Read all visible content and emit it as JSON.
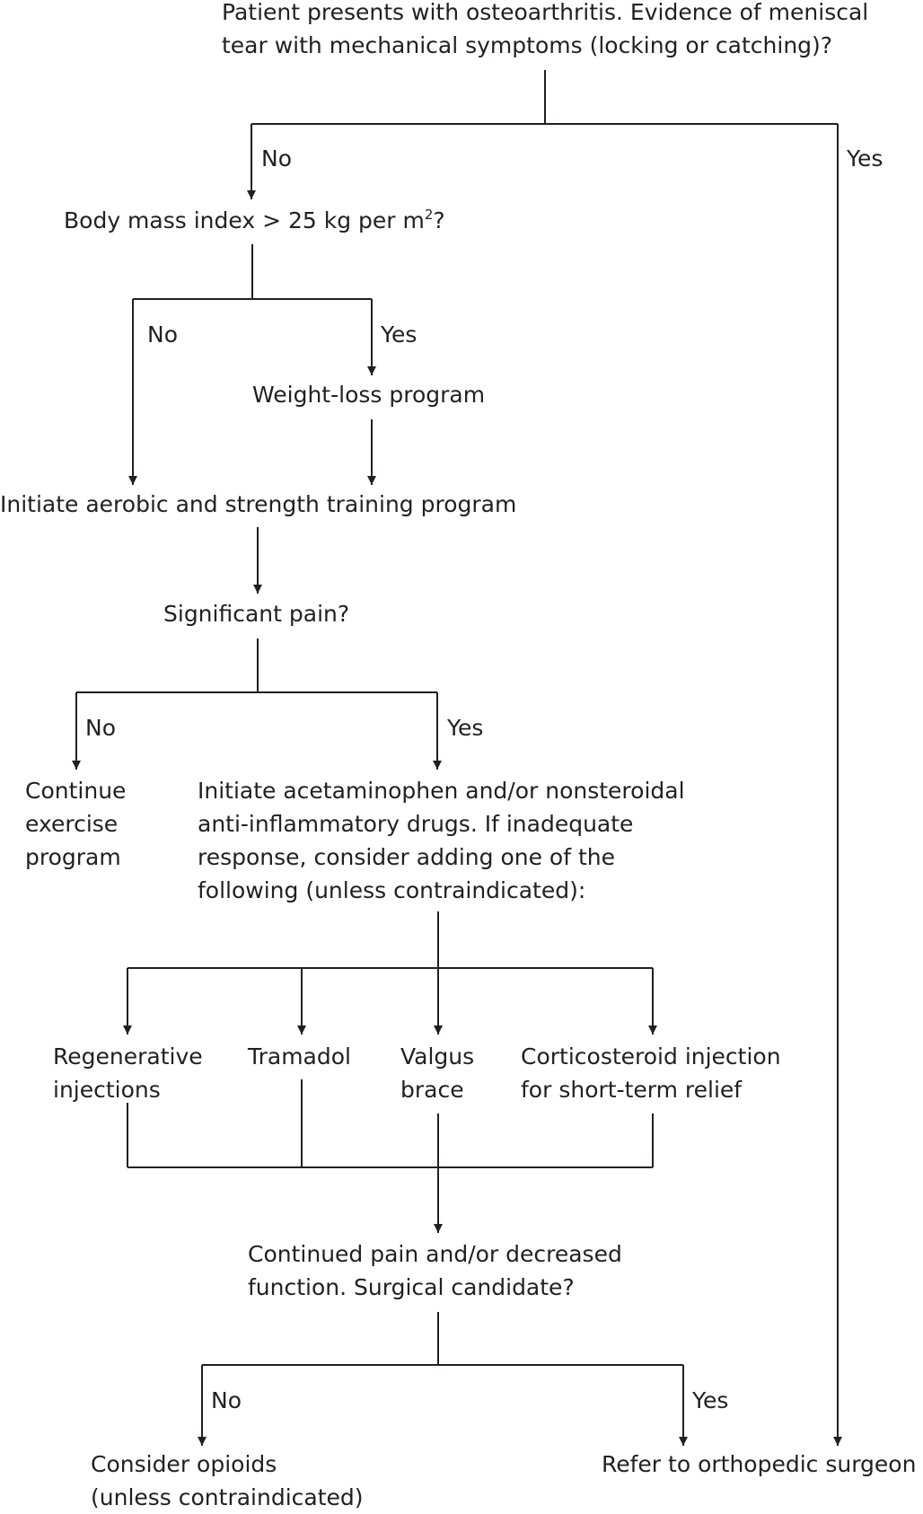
{
  "nodes": {
    "start": {
      "line1": "Patient presents with osteoarthritis. Evidence of meniscal",
      "line2": "tear with mechanical symptoms (locking or catching)?"
    },
    "bmi": {
      "prefix": "Body mass index > 25 kg per m",
      "superscript": "2",
      "suffix": "?"
    },
    "weight_loss": "Weight-loss program",
    "aerobic": "Initiate aerobic and strength training program",
    "significant_pain": "Significant pain?",
    "continue_exercise": {
      "line1": "Continue",
      "line2": "exercise",
      "line3": "program"
    },
    "acetaminophen": {
      "line1": "Initiate acetaminophen and/or nonsteroidal",
      "line2": "anti-inflammatory drugs. If inadequate",
      "line3": "response, consider adding one of the",
      "line4": "following (unless contraindicated):"
    },
    "regenerative": {
      "line1": "Regenerative",
      "line2": "injections"
    },
    "tramadol": "Tramadol",
    "valgus": {
      "line1": "Valgus",
      "line2": "brace"
    },
    "corticosteroid": {
      "line1": "Corticosteroid injection",
      "line2": "for short-term relief"
    },
    "continued_pain": {
      "line1": "Continued pain and/or decreased",
      "line2": "function. Surgical candidate?"
    },
    "opioids": {
      "line1": "Consider opioids",
      "line2": "(unless contraindicated)"
    },
    "refer": "Refer to orthopedic surgeon"
  },
  "edge_labels": {
    "start_no": "No",
    "start_yes": "Yes",
    "bmi_no": "No",
    "bmi_yes": "Yes",
    "pain_no": "No",
    "pain_yes": "Yes",
    "surgical_no": "No",
    "surgical_yes": "Yes"
  },
  "colors": {
    "text": "#231f20",
    "line": "#231f20",
    "background": "#ffffff"
  }
}
